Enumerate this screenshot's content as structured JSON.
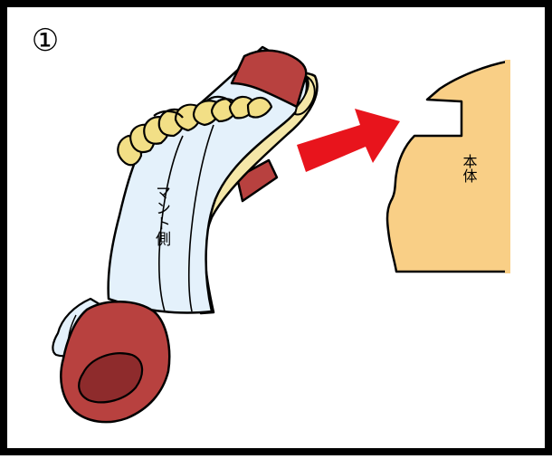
{
  "panel": {
    "number": "①",
    "cape_label": "マント側",
    "body_label": "本体"
  },
  "colors": {
    "border": "#000000",
    "cape_fabric": "#e4f1fb",
    "cape_trim": "#f5e7a8",
    "cord": "#f2df86",
    "cuff": "#b8413f",
    "cuff_inner": "#8e2b2c",
    "arrow": "#e8141c",
    "body_fill": "#f9cf86"
  }
}
